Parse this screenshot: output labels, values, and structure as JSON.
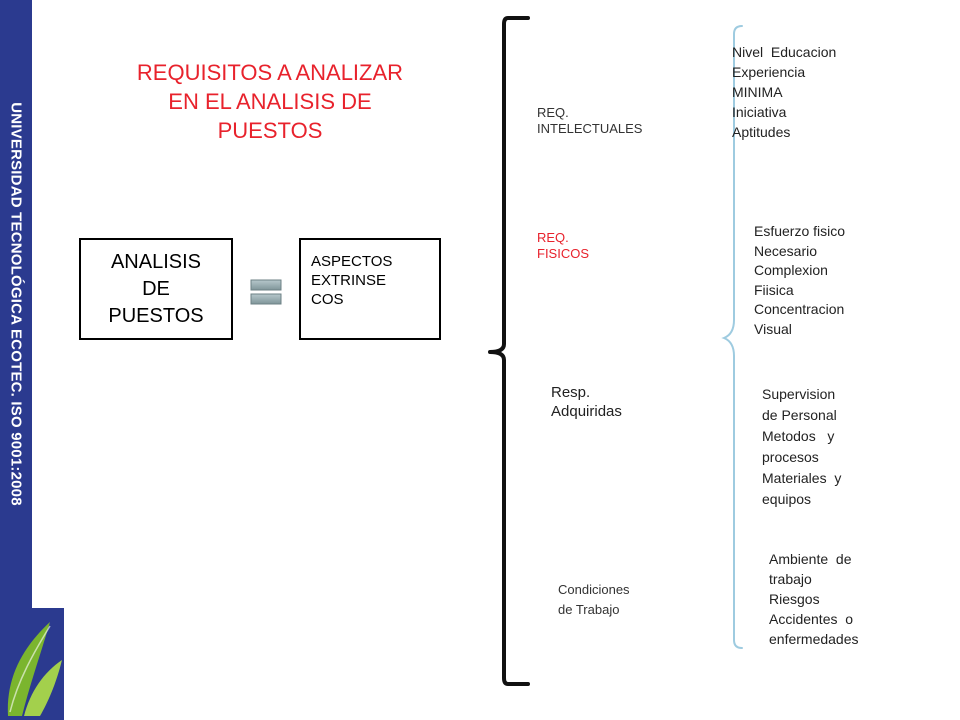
{
  "sidebar": {
    "text": "UNIVERSIDAD TECNOLÓGICA ECOTEC. ISO 9001:2008"
  },
  "colors": {
    "sidebar": "#2b3a8f",
    "title": "#e8222c",
    "accent_green": "#7bb52e",
    "bracket_blue": "#9ecbe0",
    "equals_gray": "#8fa4a8"
  },
  "title": {
    "lines": [
      "REQUISITOS A ANALIZAR",
      "EN EL ANALISIS DE",
      "PUESTOS"
    ]
  },
  "main_box": {
    "lines": [
      "ANALISIS",
      "DE",
      "PUESTOS"
    ]
  },
  "equals_icon": "equals-icon",
  "aspect_box": {
    "lines": [
      "ASPECTOS",
      "EXTRINSE",
      "COS"
    ]
  },
  "categories": [
    {
      "label": "REQ.\nINTELECTUALES"
    },
    {
      "label": "REQ.\nFISICOS"
    },
    {
      "label": "Resp.\nAdquiridas"
    },
    {
      "label": "Condiciones\nde Trabajo"
    }
  ],
  "details": [
    [
      "Nivel  Educacion",
      "Experiencia",
      "MINIMA",
      "Iniciativa",
      "Aptitudes"
    ],
    [
      "Esfuerzo fisico",
      "Necesario",
      "Complexion",
      "Fiisica",
      "Concentracion",
      "Visual"
    ],
    [
      "Supervision",
      "de Personal",
      "Metodos   y",
      "procesos",
      "Materiales  y",
      "equipos"
    ],
    [
      "Ambiente  de",
      "trabajo",
      "Riesgos",
      "Accidentes  o",
      "enfermedades"
    ]
  ]
}
